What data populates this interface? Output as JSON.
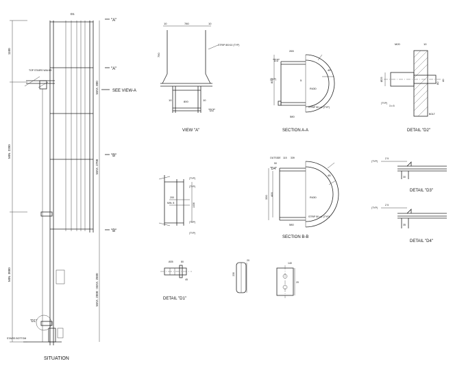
{
  "situation": {
    "title": "SITUATION",
    "dims_left": [
      "1100",
      "MIN. 2200",
      "MIN. 3000"
    ],
    "dims_right": [
      "MAX. 800",
      "MAX. 2500 - MAX. 2500",
      "MAX. 2700"
    ],
    "dim_top": "D1",
    "note_top": "TOP STAIRS WALKS",
    "note_bottom": "STAIRS BOTTOM",
    "detail_callout": "\"D1\""
  },
  "section_markers": {
    "a1": "\"A\"",
    "a2": "\"A\"",
    "b1": "\"B\"",
    "b2": "\"B\"",
    "see_view": "SEE VIEW-A"
  },
  "view_a": {
    "title": "VIEW \"A\"",
    "dims": [
      "10",
      "780",
      "10",
      "790",
      "10",
      "800",
      "10"
    ],
    "callout": "\"D2\"",
    "note": "STRIP 80X10 (TYP)"
  },
  "section_aa": {
    "title": "SECTION A-A",
    "dims": [
      "265",
      "800",
      "580",
      "R430",
      "45",
      "5"
    ],
    "callout": "\"D3\"",
    "typ": "(TYP)",
    "note": "STRIP 50 x 1 (TYP)"
  },
  "detail_d2": {
    "title": "DETAIL \"D2\"",
    "dims": [
      "M20",
      "10",
      "Ø25",
      "80",
      "40"
    ],
    "typ": "(TYP)",
    "weld": "3 x 5",
    "note": "BOLT"
  },
  "view_b": {
    "typ": [
      "(TYP)",
      "(TYP)",
      "(TYP)",
      "(TYP)"
    ],
    "dims": [
      "200",
      "MIN. 8",
      "1036"
    ]
  },
  "section_bb": {
    "title": "SECTION B-B",
    "dims": [
      "OUTSIDE",
      "115",
      "339",
      "50",
      "580",
      "R430",
      "45",
      "330",
      "400"
    ],
    "callout": "\"D4\"",
    "note": "STRIP 50 x 1 (TYP)"
  },
  "detail_d3": {
    "title": "DETAIL \"D3\"",
    "typ": "(TYP)",
    "weld": "Z 5",
    "dims": [
      "30"
    ]
  },
  "detail_d4": {
    "title": "DETAIL \"D4\"",
    "typ": "(TYP)",
    "weld": "Z 5",
    "dims": [
      "35"
    ]
  },
  "detail_d1": {
    "title": "DETAIL \"D1\"",
    "dims": [
      "Ø25",
      "80",
      "45",
      "230",
      "20",
      "20",
      "140"
    ]
  },
  "colors": {
    "line": "#222222",
    "background": "#ffffff"
  }
}
